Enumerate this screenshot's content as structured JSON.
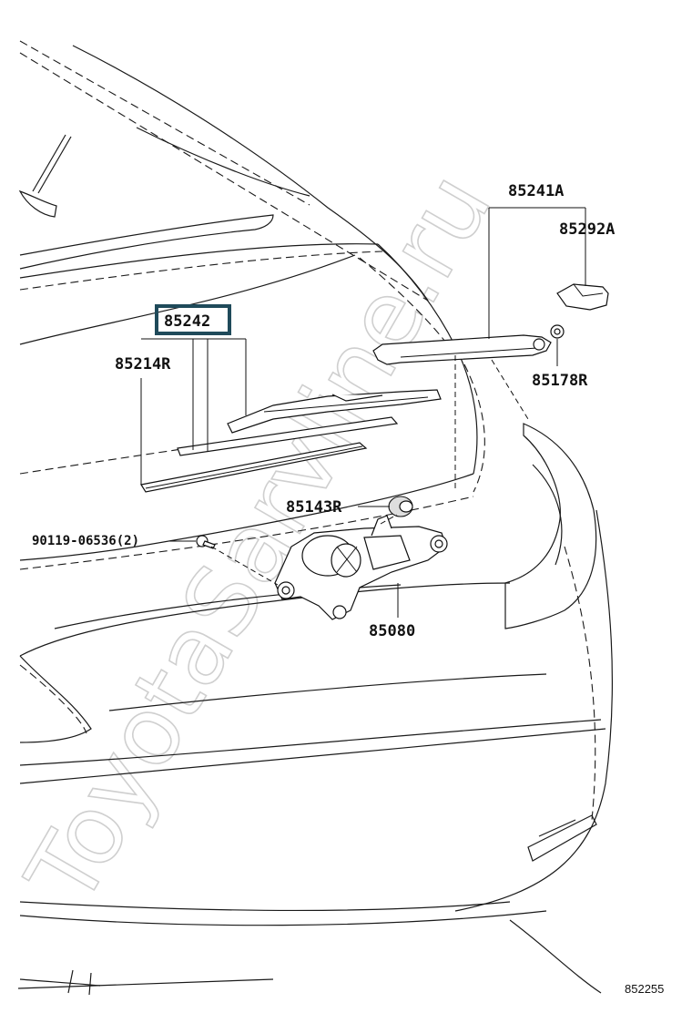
{
  "labels": {
    "p85241a": "85241A",
    "p85292a": "85292A",
    "p85178r": "85178R",
    "p85242": "85242",
    "p85214r": "85214R",
    "p85143r": "85143R",
    "p90119": "90119-06536(2)",
    "p85080": "85080",
    "ref": "852255"
  },
  "watermark": "ToyotaSarvline.ru",
  "colors": {
    "ink": "#111111",
    "highlight_box": "#1f4a5a",
    "watermark": "#cfcfcf"
  }
}
